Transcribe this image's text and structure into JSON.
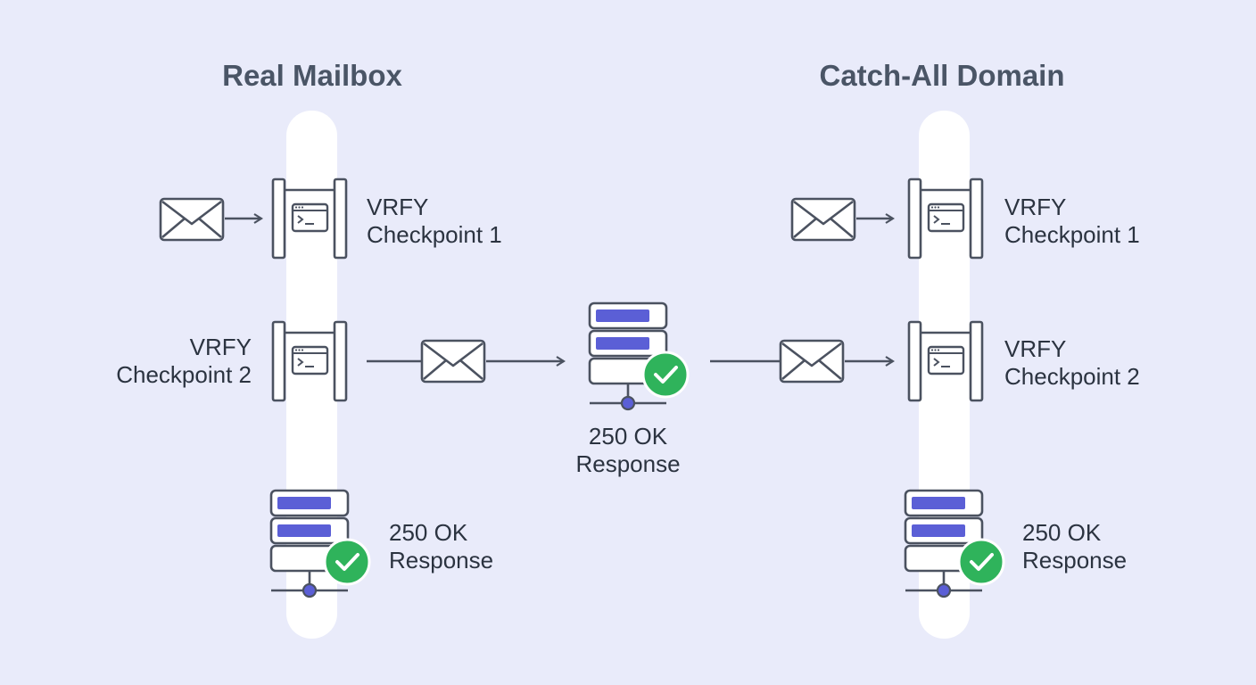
{
  "columns": {
    "left": {
      "title": "Real Mailbox"
    },
    "right": {
      "title": "Catch-All Domain"
    }
  },
  "checkpoints": {
    "c1": {
      "line1": "VRFY",
      "line2": "Checkpoint 1"
    },
    "c2": {
      "line1": "VRFY",
      "line2": "Checkpoint 2"
    }
  },
  "response": {
    "line1": "250 OK",
    "line2": "Response"
  },
  "icons": {
    "envelope": "envelope-icon",
    "gate": "gate-icon",
    "terminal": "terminal-icon",
    "server": "server-icon",
    "check": "check-circle-icon",
    "arrow": "arrow-icon"
  },
  "colors": {
    "background": "#e9ebfa",
    "lane": "#ffffff",
    "stroke": "#4b5260",
    "server_fill": "#5b5fd6",
    "check": "#2fb35b",
    "text": "#2b3340"
  }
}
